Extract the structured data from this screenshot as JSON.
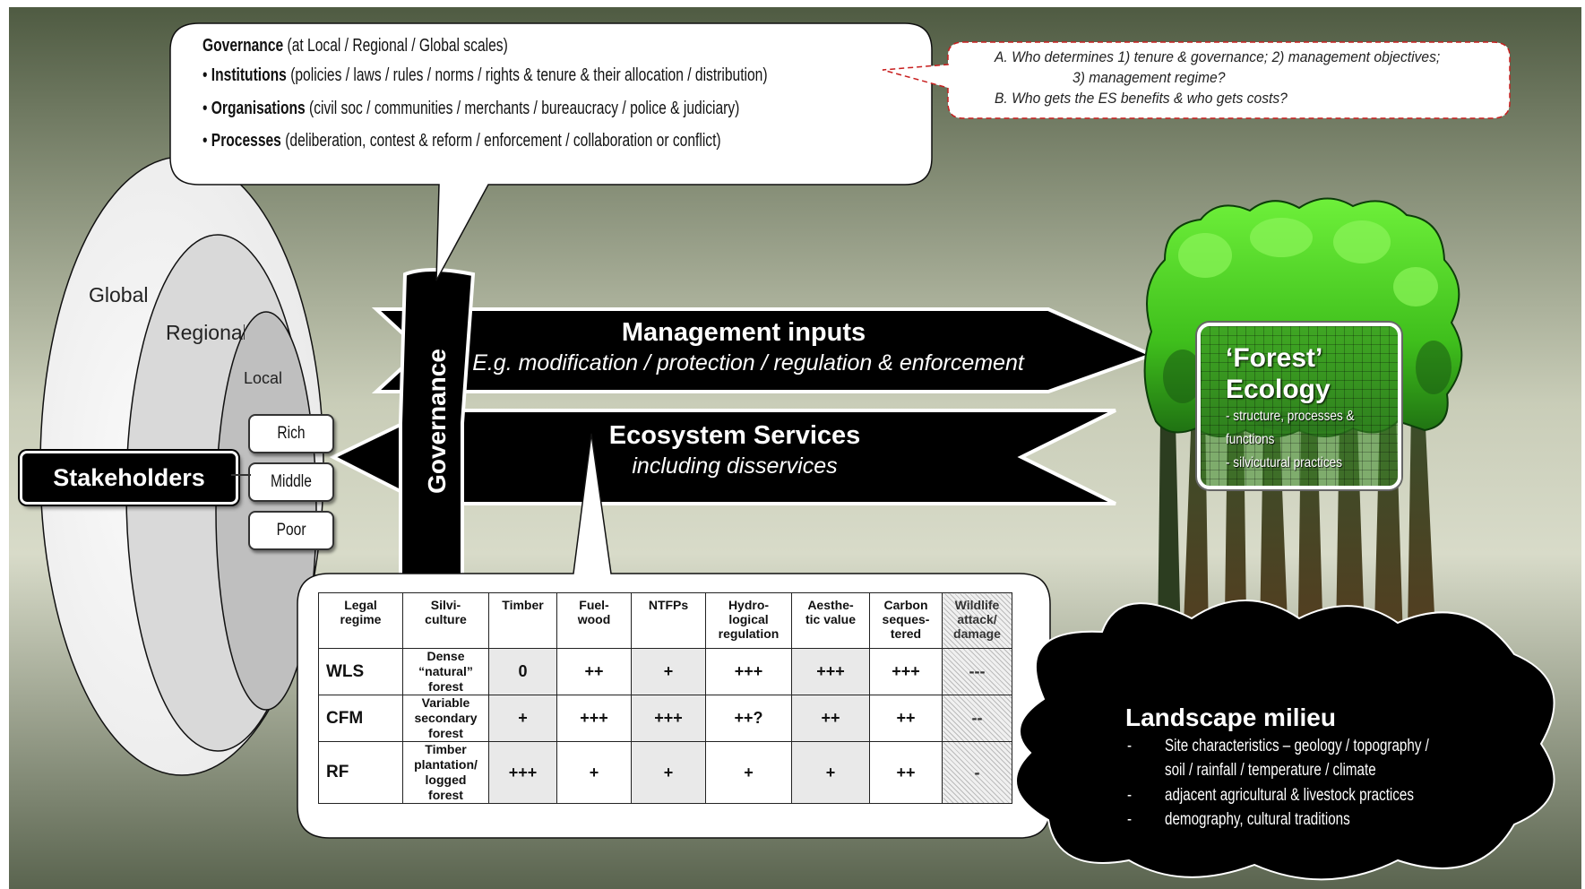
{
  "governance_bubble": {
    "title_bold": "Governance",
    "title_rest": " (at Local / Regional / Global scales)",
    "items": [
      {
        "bold": "Institutions",
        "rest": " (policies / laws / rules / norms / rights & tenure & their allocation / distribution)"
      },
      {
        "bold": "Organisations",
        "rest": " (civil soc / communities / merchants / bureaucracy / police & judiciary)"
      },
      {
        "bold": "Processes",
        "rest": " (deliberation, contest & reform / enforcement / collaboration or conflict)"
      }
    ]
  },
  "questions": {
    "line1": "A. Who determines 1) tenure & governance; 2) management objectives;",
    "line2": "3) management regime?",
    "line3": "B. Who gets the ES benefits & who gets costs?"
  },
  "scales": {
    "global": "Global",
    "regional": "Regional",
    "local": "Local"
  },
  "stakeholders": {
    "label": "Stakeholders",
    "strata": [
      "Rich",
      "Middle",
      "Poor"
    ]
  },
  "governance_label": "Governance",
  "management_arrow": {
    "title": "Management inputs",
    "subtitle": "E.g. modification / protection / regulation & enforcement"
  },
  "services_arrow": {
    "title": "Ecosystem Services",
    "subtitle": "including disservices"
  },
  "table": {
    "headers": [
      "Legal regime",
      "Silvi-culture",
      "Timber",
      "Fuel-wood",
      "NTFPs",
      "Hydro-logical regulation",
      "Aesthe-tic value",
      "Carbon seques-tered",
      "Wildlife attack/ damage"
    ],
    "header_lines": [
      [
        "Legal",
        "regime"
      ],
      [
        "Silvi-",
        "culture"
      ],
      [
        "Timber"
      ],
      [
        "Fuel-",
        "wood"
      ],
      [
        "NTFPs"
      ],
      [
        "Hydro-",
        "logical",
        "regulation"
      ],
      [
        "Aesthe-",
        "tic value"
      ],
      [
        "Carbon",
        "seques-",
        "tered"
      ],
      [
        "Wildlife",
        "attack/",
        "damage"
      ]
    ],
    "rows": [
      {
        "regime": "WLS",
        "silviculture": [
          "Dense",
          "“natural”",
          "forest"
        ],
        "values": [
          "0",
          "++",
          "+",
          "+++",
          "+++",
          "+++",
          "---"
        ]
      },
      {
        "regime": "CFM",
        "silviculture": [
          "Variable",
          "secondary",
          "forest"
        ],
        "values": [
          "+",
          "+++",
          "+++",
          "++?",
          "++",
          "++",
          "--"
        ]
      },
      {
        "regime": "RF",
        "silviculture": [
          "Timber",
          "plantation/",
          "logged",
          "forest"
        ],
        "values": [
          "+++",
          "+",
          "+",
          "+",
          "+",
          "++",
          "-"
        ]
      }
    ]
  },
  "forest": {
    "title_line1": "‘Forest’",
    "title_line2": "Ecology",
    "sub1": "- structure, processes &",
    "sub2": "functions",
    "sub3": "- silvicutural practices"
  },
  "landscape": {
    "title": "Landscape milieu",
    "items": [
      "Site characteristics – geology / topography /",
      "soil / rainfall / temperature / climate",
      "adjacent agricultural & livestock practices",
      "demography, cultural traditions"
    ]
  },
  "colors": {
    "background_top": "#4e5a40",
    "background_mid": "#c8ccb5",
    "background_bottom": "#5b6550",
    "arrow": "#000000",
    "tree_canopy": "#55dd22"
  }
}
